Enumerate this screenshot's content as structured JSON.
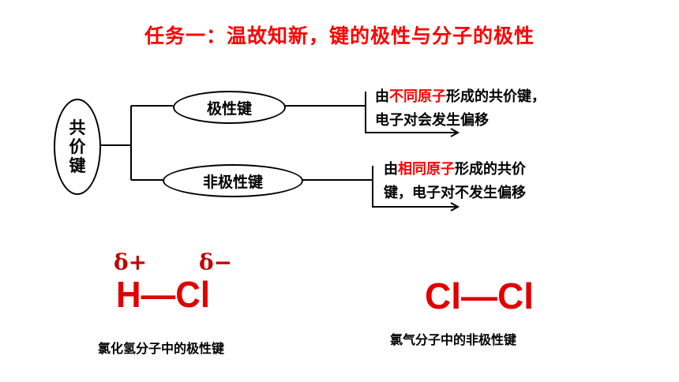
{
  "title": "任务一：温故知新，键的极性与分子的极性",
  "root_label": [
    "共",
    "价",
    "键"
  ],
  "branches": {
    "polar": {
      "label": "极性键",
      "desc_prefix": "由",
      "desc_highlight": "不同原子",
      "desc_line1_rest": "形成的共价键，",
      "desc_line2": "电子对会发生偏移"
    },
    "nonpolar": {
      "label": "非极性键",
      "desc_prefix": "由",
      "desc_highlight": "相同原子",
      "desc_line1_rest": "形成的共价",
      "desc_line2": "键，电子对不发生偏移"
    }
  },
  "hcl": {
    "delta_plus": "δ+",
    "delta_minus": "δ−",
    "formula": "H—Cl",
    "caption": "氯化氢分子中的极性键"
  },
  "cl2": {
    "formula": "Cl—Cl",
    "caption": "氯气分子中的非极性键"
  },
  "colors": {
    "accent": "#ff0000",
    "formula": "#e00000",
    "text": "#000000"
  }
}
